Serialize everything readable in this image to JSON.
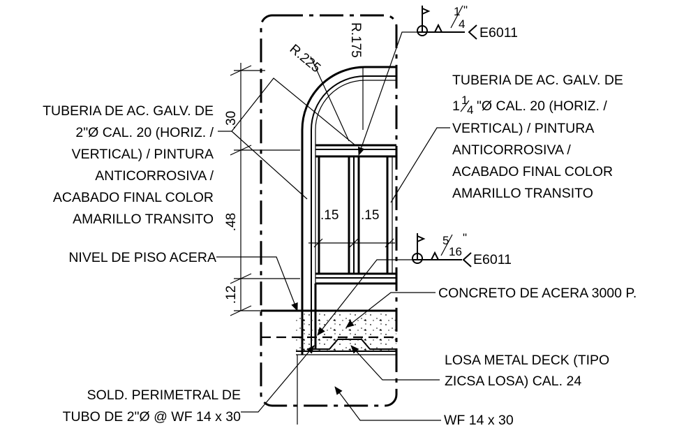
{
  "labels": {
    "pipe_2in": [
      "TUBERIA DE AC. GALV. DE",
      "2\"Ø CAL. 20 (HORIZ. /",
      "VERTICAL) / PINTURA",
      "ANTICORROSIVA /",
      "ACABADO FINAL COLOR",
      "AMARILLO TRANSITO"
    ],
    "pipe_114_line1": "TUBERIA DE AC. GALV. DE",
    "pipe_114_line2_prefix": "1",
    "pipe_114_line2_num": "1",
    "pipe_114_line2_den": "4",
    "pipe_114_line2_suffix": "\"Ø CAL. 20 (HORIZ. /",
    "pipe_114_rest": [
      "VERTICAL) / PINTURA",
      "ANTICORROSIVA /",
      "ACABADO FINAL COLOR",
      "AMARILLO TRANSITO"
    ],
    "nivel_piso": "NIVEL DE PISO ACERA",
    "concreto": "CONCRETO DE ACERA 3000 P.",
    "losa": [
      "LOSA METAL DECK (TIPO",
      "ZICSA LOSA) CAL. 24"
    ],
    "soldadura": [
      "SOLD. PERIMETRAL DE",
      "TUBO DE 2\"Ø @ WF 14 x 30"
    ],
    "wf": "WF 14 x 30"
  },
  "welds": {
    "top": {
      "num": "1",
      "den": "4",
      "inch": "\"",
      "electrode": "E6011"
    },
    "mid": {
      "num": "5",
      "den": "16",
      "inch": "\"",
      "electrode": "E6011"
    }
  },
  "dimensions": {
    "d30": ".30",
    "d48": ".48",
    "d12": ".12",
    "d15a": ".15",
    "d15b": ".15",
    "r225": "R.225",
    "r175": "R.175"
  }
}
